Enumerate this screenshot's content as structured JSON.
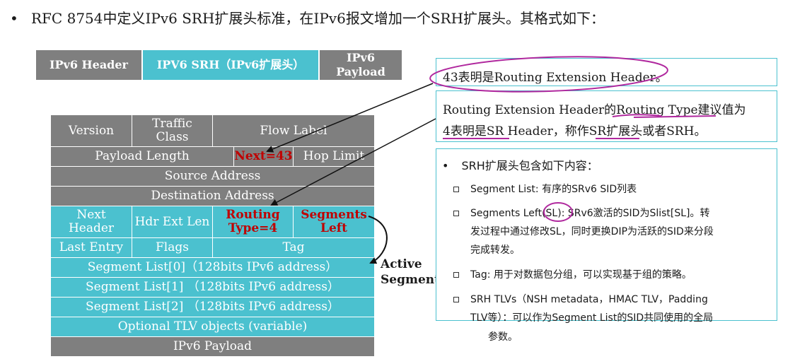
{
  "title": {
    "bullet": "•",
    "text": "RFC 8754中定义IPv6 SRH扩展头标准，在IPv6报文增加一个SRH扩展头。其格式如下："
  },
  "header_bar": {
    "ipv6_header": "IPv6 Header",
    "srh": "IPV6 SRH（IPv6扩展头）",
    "payload_line1": "IPv6",
    "payload_line2": "Payload"
  },
  "packet_format": {
    "row1": {
      "version": "Version",
      "traffic_l1": "Traffic",
      "traffic_l2": "Class",
      "flow_label": "Flow Label"
    },
    "row2": {
      "payload_length": "Payload Length",
      "next": "Next=43",
      "hop_limit": "Hop Limit"
    },
    "row3": "Source Address",
    "row4": "Destination Address",
    "row5": {
      "next_l1": "Next",
      "next_l2": "Header",
      "hdr_ext_len": "Hdr Ext Len",
      "routing_l1": "Routing",
      "routing_l2": "Type=4",
      "segments_l1": "Segments",
      "segments_l2": "Left"
    },
    "row6": {
      "last_entry": "Last Entry",
      "flags": "Flags",
      "tag": "Tag"
    },
    "segment_list_0": "Segment List[0]（128bits IPv6 address）",
    "segment_list_1": "Segment List[1] （128bits IPv6 address）",
    "segment_list_2": "Segment List[2] （128bits IPv6 address）",
    "optional_tlv": "Optional TLV objects (variable)",
    "ipv6_payload": "IPv6  Payload"
  },
  "active_segment": {
    "line1": "Active",
    "line2": "Segment"
  },
  "notes": {
    "note1": "43表明是Routing Extension Header。",
    "note2_line1": "Routing Extension Header的Routing Type建议值为",
    "note2_line2": "4表明是SR Header，称作SR扩展头或者SRH。",
    "note3_head_bullet": "•",
    "note3_head": "SRH扩展头包含如下内容：",
    "items": [
      {
        "line1": "Segment List: 有序的SRv6 SID列表"
      },
      {
        "line1": "Segments Left(SL): SRv6激活的SID为Slist[SL]。转",
        "line2": "发过程中通过修改SL，同时更换DIP为活跃的SID来分段",
        "line3": "完成转发。"
      },
      {
        "line1": "Tag: 用于对数据包分组，可以实现基于组的策略。"
      },
      {
        "line1": "SRH TLVs（NSH metadata，HMAC TLV，Padding",
        "line2": "TLV等）：可以作为Segment List的SID共同使用的全局",
        "line3": "参数。"
      }
    ]
  },
  "colors": {
    "gray": "#7f7f7f",
    "teal": "#4bc1cf",
    "red": "#c00000",
    "annotation": "#b0289e"
  }
}
